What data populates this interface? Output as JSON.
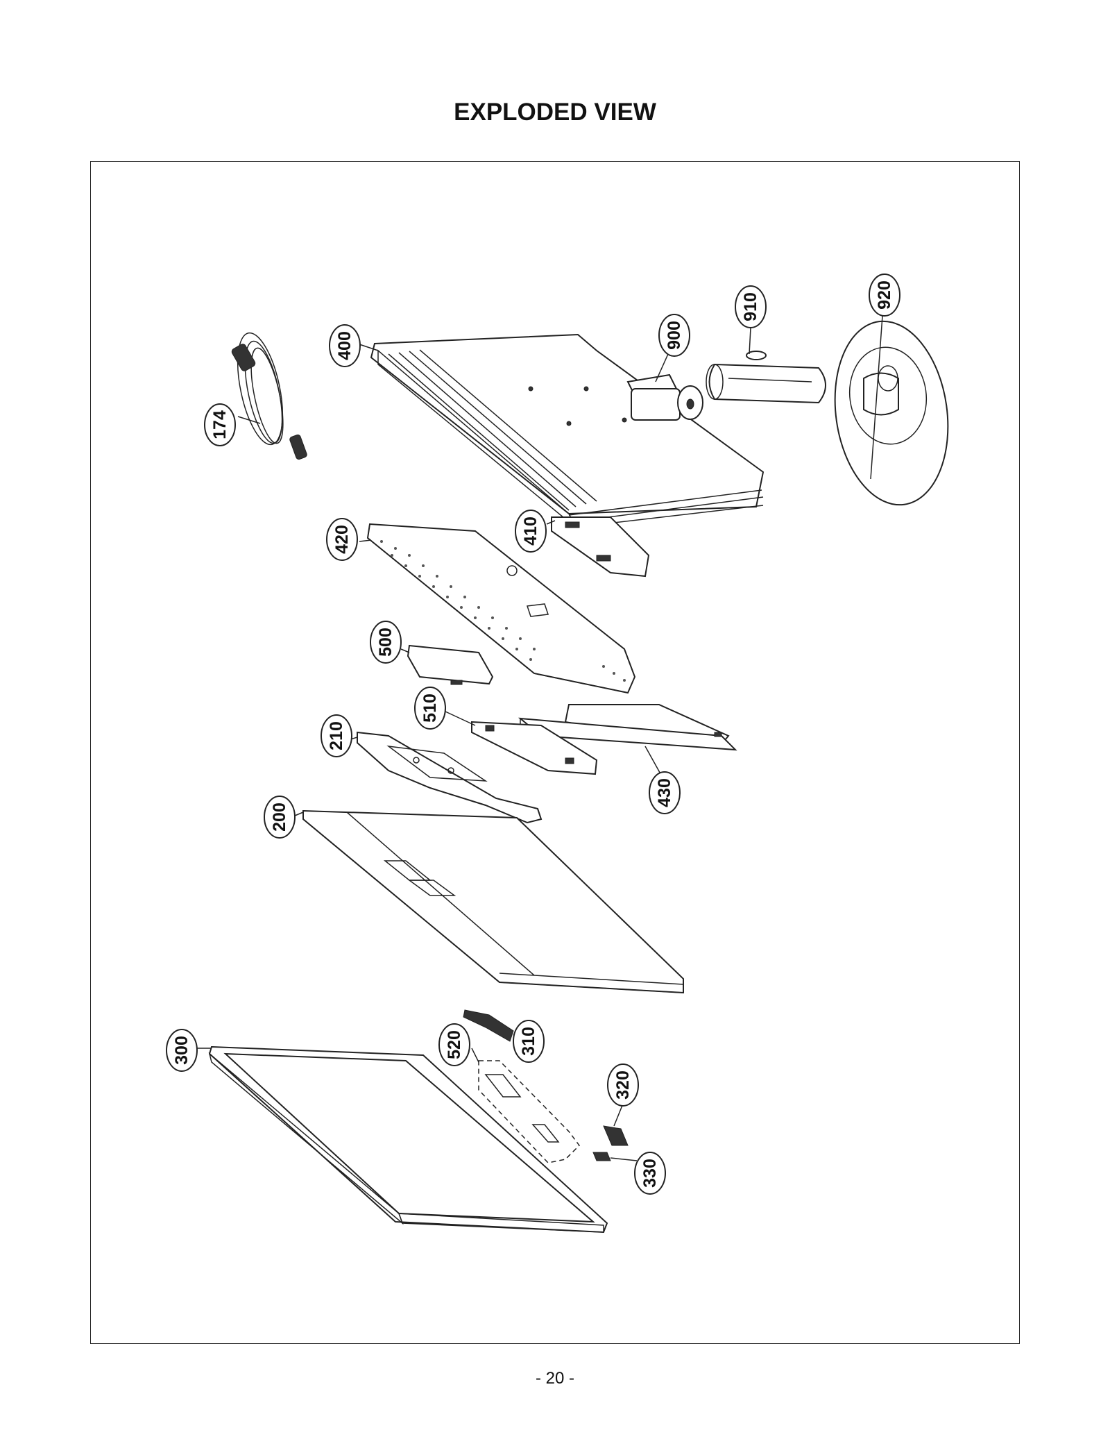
{
  "title": "EXPLODED VIEW",
  "page_number": "- 20 -",
  "callouts": [
    "174",
    "400",
    "900",
    "910",
    "920",
    "410",
    "420",
    "500",
    "510",
    "210",
    "430",
    "200",
    "300",
    "520",
    "310",
    "320",
    "330"
  ]
}
